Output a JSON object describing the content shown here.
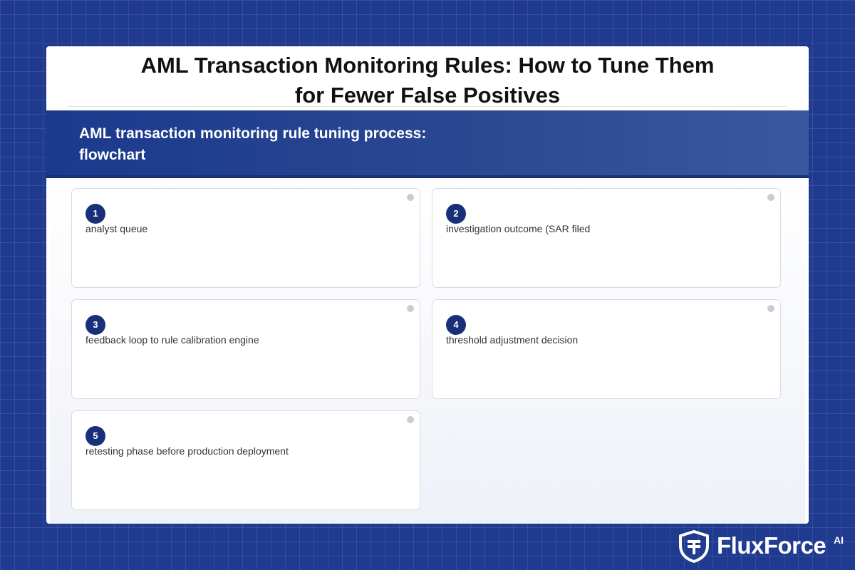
{
  "title": {
    "line1": "AML Transaction Monitoring Rules: How to Tune Them",
    "line2": "for Fewer False Positives"
  },
  "banner": {
    "line1": "AML transaction monitoring rule tuning process:",
    "line2": "flowchart"
  },
  "steps": [
    {
      "number": "1",
      "label": "analyst queue"
    },
    {
      "number": "2",
      "label": "investigation outcome (SAR filed"
    },
    {
      "number": "3",
      "label": "feedback loop to rule calibration engine"
    },
    {
      "number": "4",
      "label": "threshold adjustment decision"
    },
    {
      "number": "5",
      "label": "retesting phase before production deployment"
    }
  ],
  "logo": {
    "name": "FluxForce",
    "suffix": "AI",
    "icon": "shield-icon"
  },
  "colors": {
    "background": "#1f3a8f",
    "banner": "#1b3a8d",
    "step_badge": "#1a2f7a"
  }
}
